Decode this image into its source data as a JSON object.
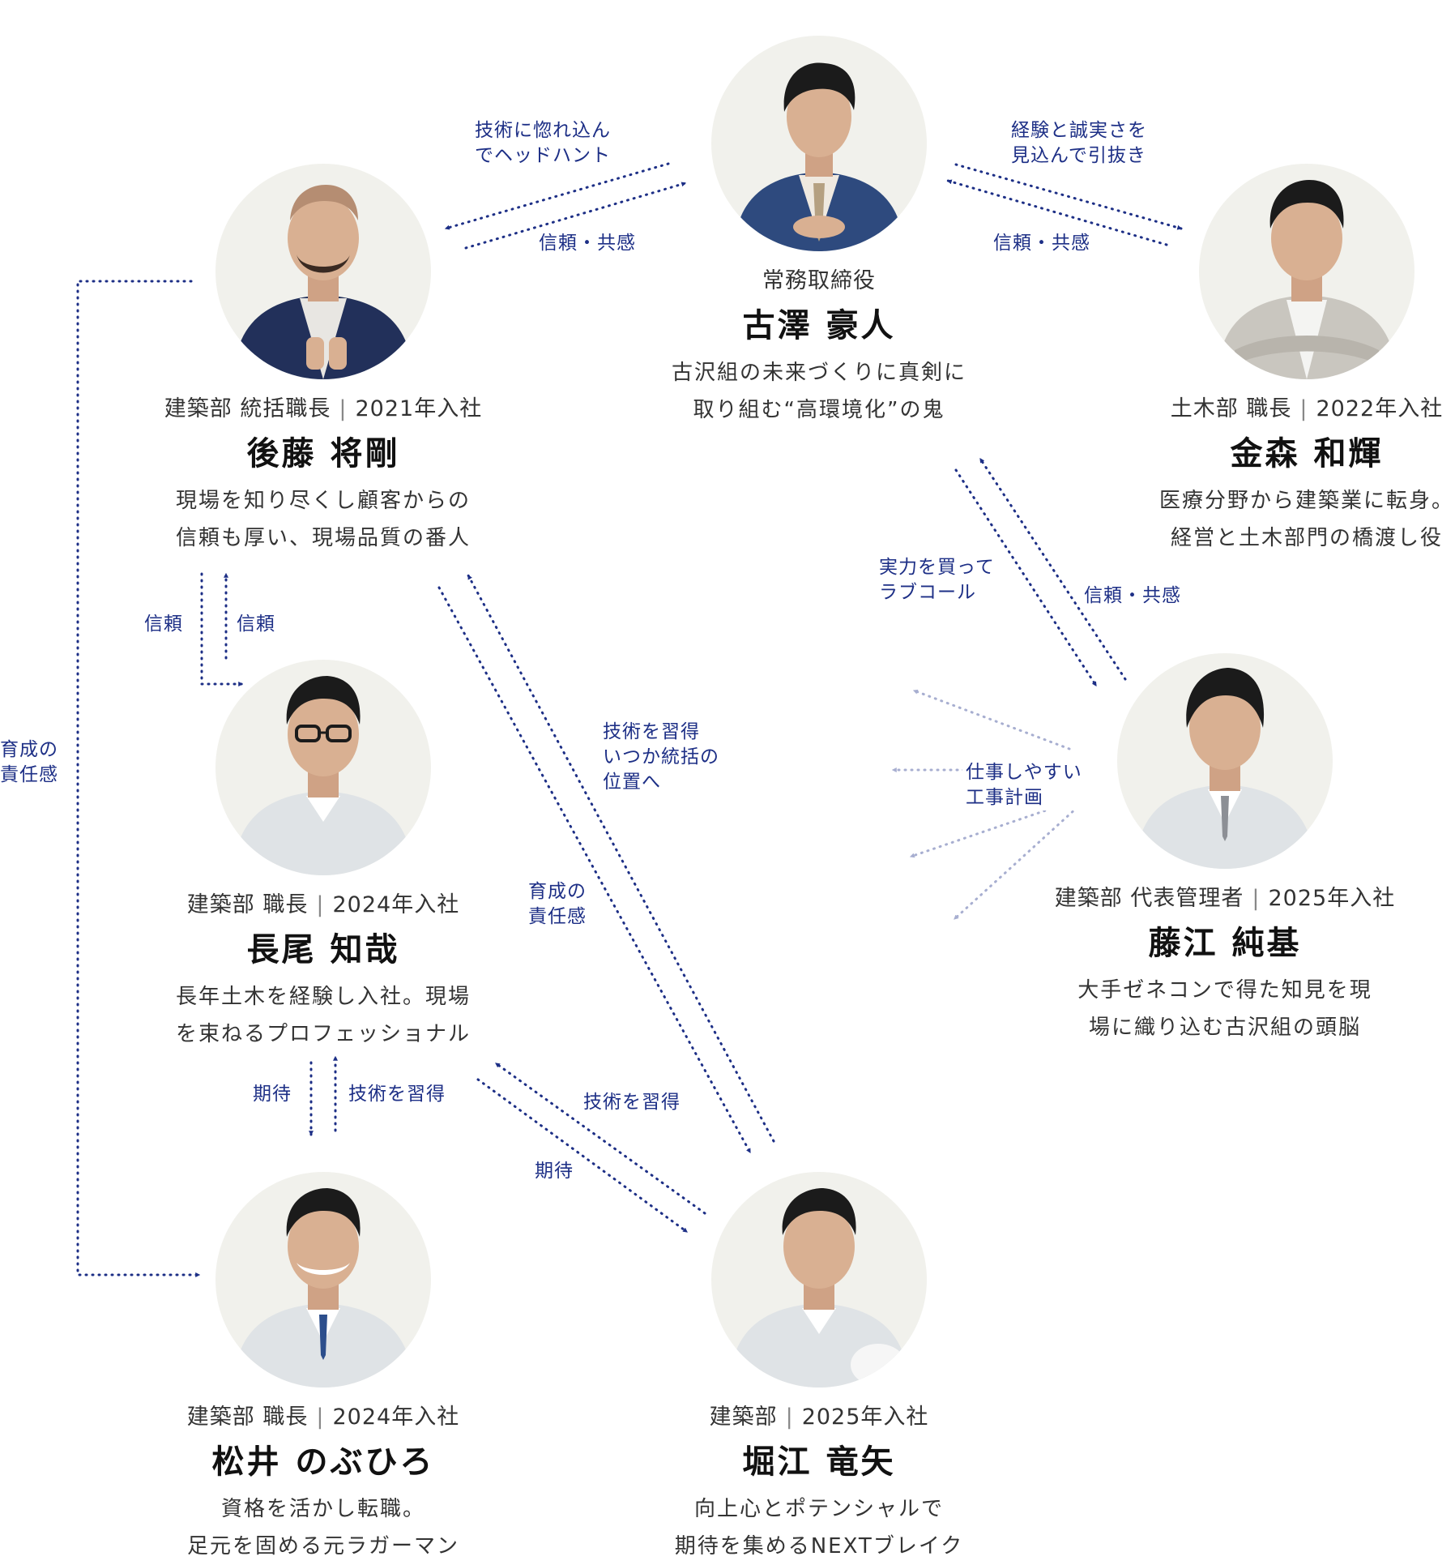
{
  "colors": {
    "arrow": "#1d2f86",
    "arrow_faded": "#a7aed0",
    "photo_bg": "#f1f1ec",
    "suit_navy": "#22305a",
    "suit_blue": "#2e4a7e",
    "jacket_gray": "#c9c6bf",
    "work_uniform": "#dfe3e6"
  },
  "people": {
    "furusawa": {
      "role": "常務取締役",
      "join": "",
      "name": "古澤 豪人",
      "desc": [
        "古沢組の未来づくりに真剣に",
        "取り組む“高環境化”の鬼"
      ],
      "photo_icon": "portrait-suit-icon"
    },
    "goto": {
      "role": "建築部 統括職長",
      "join": "2021年入社",
      "name": "後藤 将剛",
      "desc": [
        "現場を知り尽くし顧客からの",
        "信頼も厚い、現場品質の番人"
      ],
      "photo_icon": "portrait-jacket-icon"
    },
    "kanamori": {
      "role": "土木部 職長",
      "join": "2022年入社",
      "name": "金森 和輝",
      "desc": [
        "医療分野から建築業に転身。",
        "経営と土木部門の橋渡し役"
      ],
      "photo_icon": "portrait-gray-jacket-icon"
    },
    "nagao": {
      "role": "建築部 職長",
      "join": "2024年入社",
      "name": "長尾 知哉",
      "desc": [
        "長年土木を経験し入社。現場",
        "を束ねるプロフェッショナル"
      ],
      "photo_icon": "portrait-work-uniform-icon"
    },
    "fujie": {
      "role": "建築部 代表管理者",
      "join": "2025年入社",
      "name": "藤江 純基",
      "desc": [
        "大手ゼネコンで得た知見を現",
        "場に織り込む古沢組の頭脳"
      ],
      "photo_icon": "portrait-work-uniform-icon"
    },
    "matsui": {
      "role": "建築部 職長",
      "join": "2024年入社",
      "name": "松井 のぶひろ",
      "desc": [
        "資格を活かし転職。",
        "足元を固める元ラガーマン"
      ],
      "photo_icon": "portrait-work-uniform-icon"
    },
    "horie": {
      "role": "建築部",
      "join": "2025年入社",
      "name": "堀江 竜矢",
      "desc": [
        "向上心とポテンシャルで",
        "期待を集めるNEXTブレイク"
      ],
      "photo_icon": "portrait-work-uniform-icon"
    }
  },
  "links": {
    "furusawa_goto_out": [
      "技術に惚れ込ん",
      "でヘッドハント"
    ],
    "furusawa_goto_back": "信頼・共感",
    "furusawa_kanamori_out": [
      "経験と誠実さを",
      "見込んで引抜き"
    ],
    "furusawa_kanamori_back": "信頼・共感",
    "furusawa_fujie_out": [
      "実力を買って",
      "ラブコール"
    ],
    "furusawa_fujie_back": "信頼・共感",
    "goto_nagao_down": "信頼",
    "goto_nagao_up": "信頼",
    "goto_matsui": [
      "育成の",
      "責任感"
    ],
    "goto_horie_down": [
      "育成の",
      "責任感"
    ],
    "goto_horie_up": [
      "技術を習得",
      "いつか統括の",
      "位置へ"
    ],
    "nagao_matsui_down": "期待",
    "nagao_matsui_up": "技術を習得",
    "nagao_horie_up": "技術を習得",
    "nagao_horie_down": "期待",
    "fujie_spread": [
      "仕事しやすい",
      "工事計画"
    ]
  }
}
